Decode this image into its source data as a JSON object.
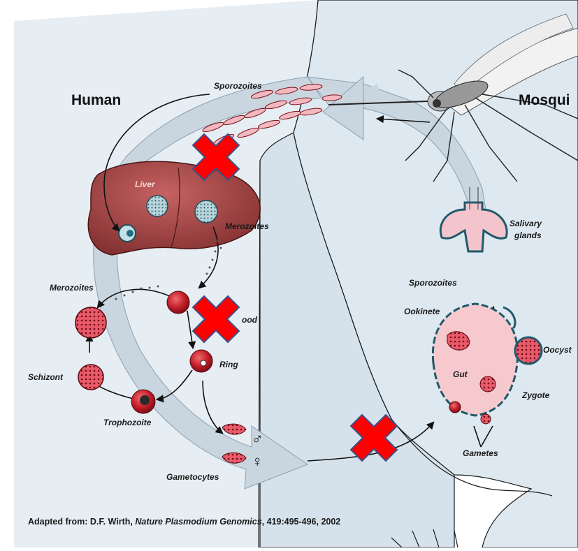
{
  "headings": {
    "human": "Human",
    "mosquito": "Mosqui"
  },
  "labels": {
    "sporozoites_top": "Sporozoites",
    "liver": "Liver",
    "merozoites_liver": "Merozoites",
    "merozoites_blood": "Merozoites",
    "blood": "ood",
    "ring": "Ring",
    "schizont": "Schizont",
    "trophozoite": "Trophozoite",
    "gametocytes": "Gametocytes",
    "male_symbol": "♂",
    "female_symbol": "♀",
    "salivary_glands_1": "Salivary",
    "salivary_glands_2": "glands",
    "sporozoites_mosquito": "Sporozoites",
    "ookinete": "Ookinete",
    "oocyst": "Oocyst",
    "gut": "Gut",
    "zygote": "Zygote",
    "gametes": "Gametes"
  },
  "citation": {
    "prefix": "Adapted from: D.F. Wirth, ",
    "journal": "Nature Plasmodium Genomics",
    "suffix": ", 419:495-496, 2002"
  },
  "blocked_steps": [
    "sporozoite-to-liver",
    "blood-stage",
    "gametocyte-to-mosquito"
  ],
  "colors": {
    "cross": "#ff0000",
    "cross_outline": "#3a4f8a",
    "parasite_red": "#b0202a",
    "liver": "#9b3b3b",
    "arrow": "#c7d3dd",
    "body": "#d9e5ee",
    "gut": "#f6c9cf"
  }
}
